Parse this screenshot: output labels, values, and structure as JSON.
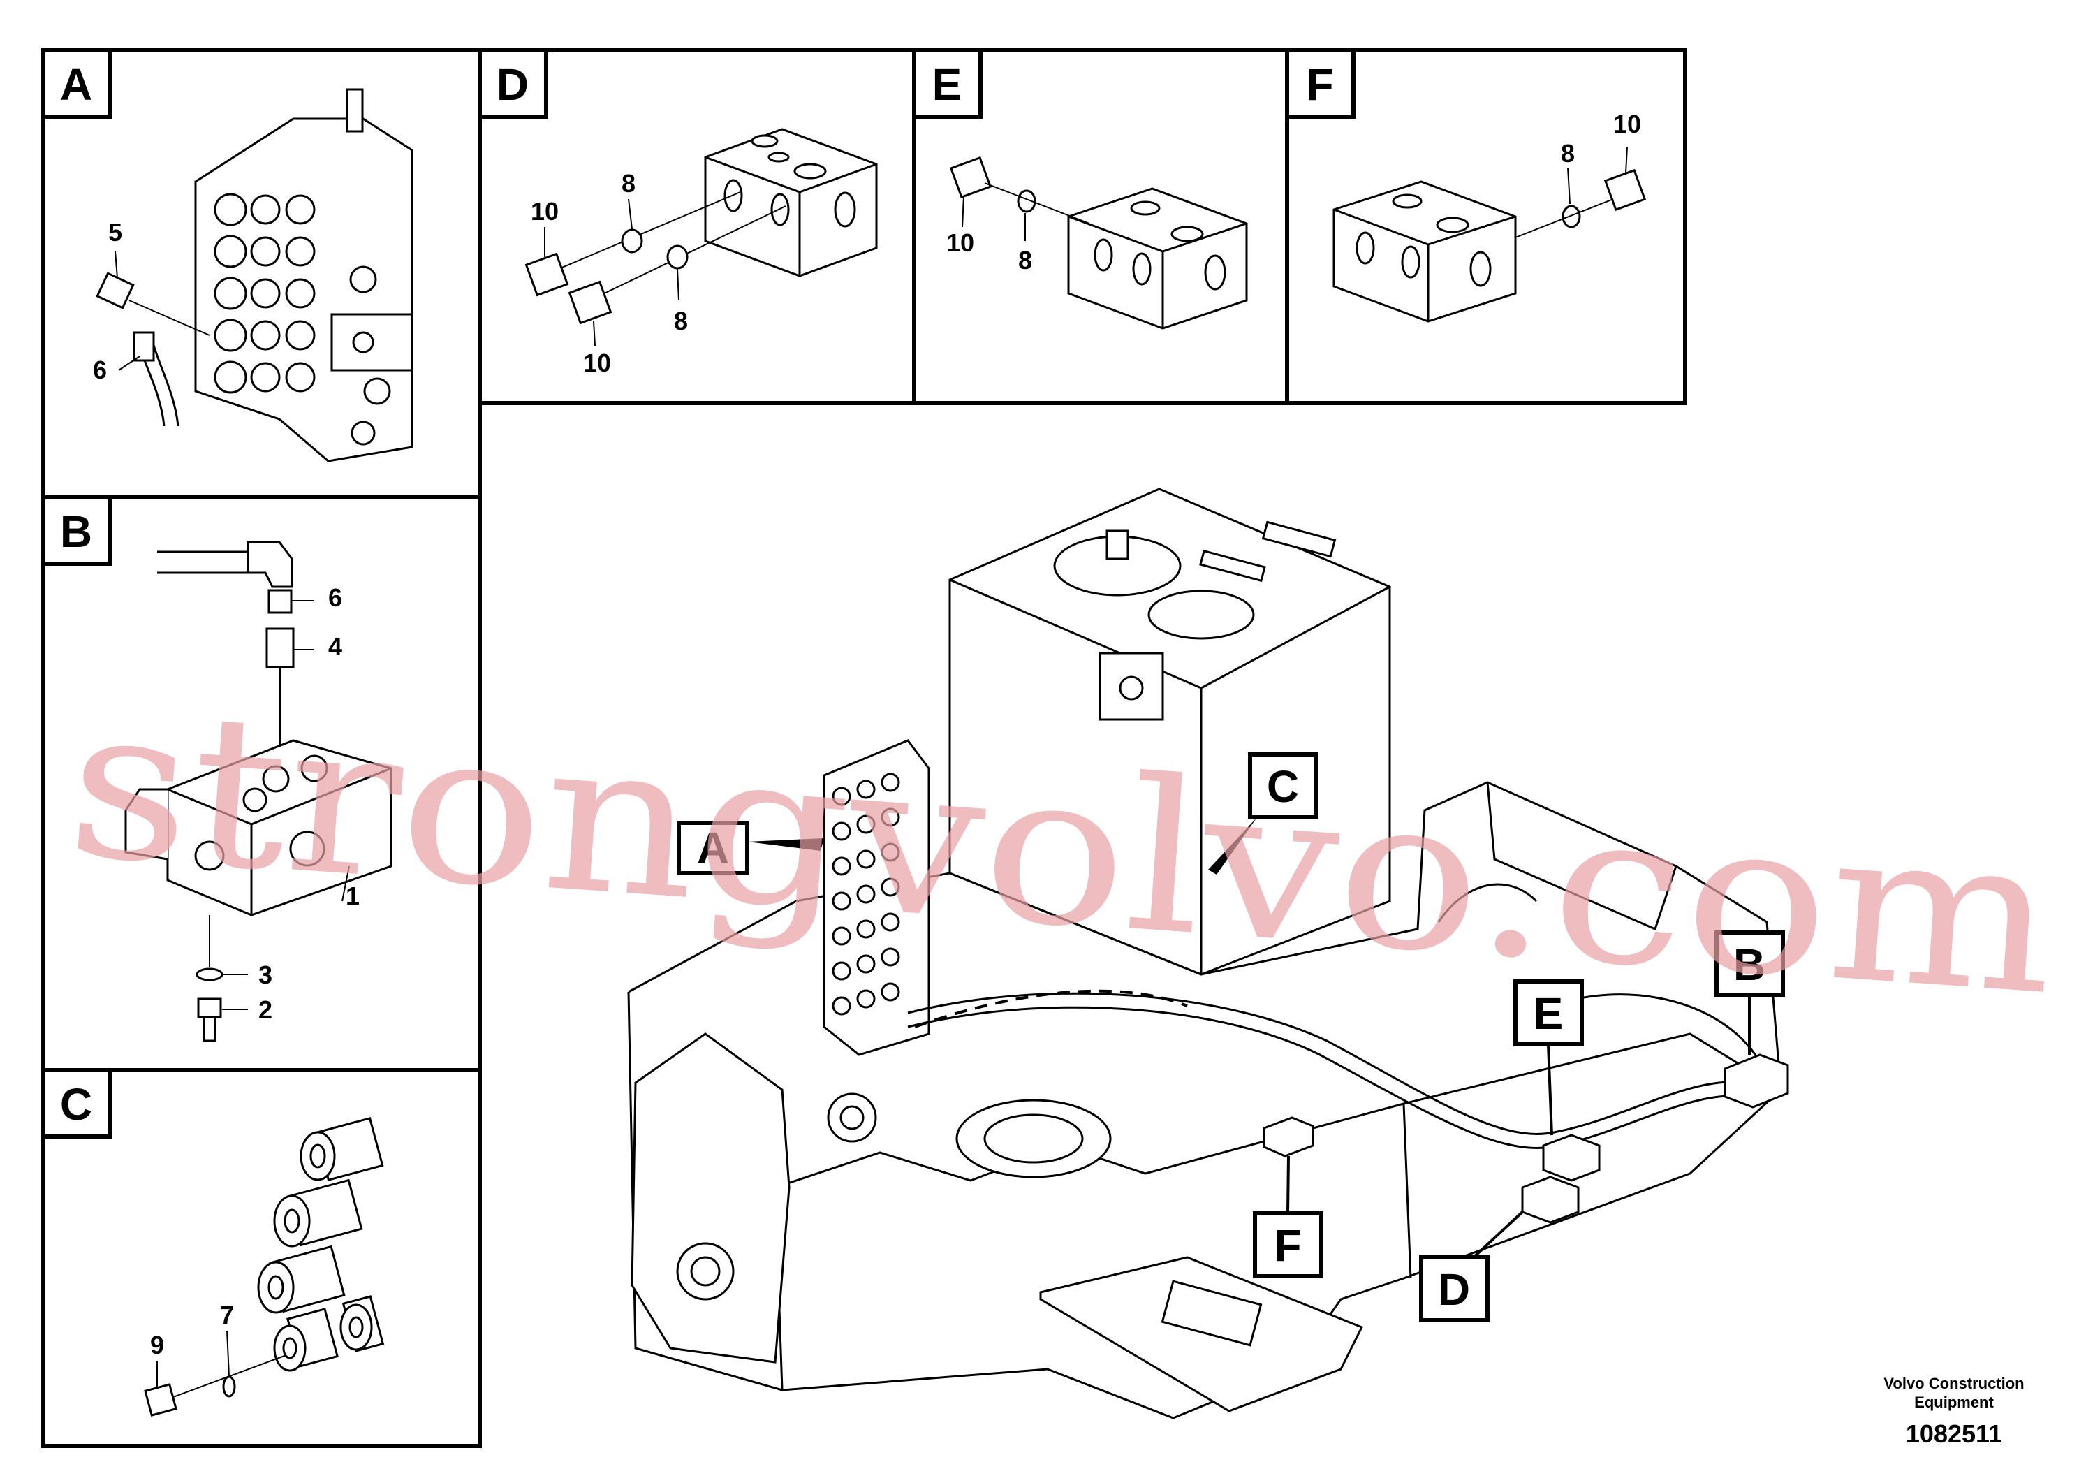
{
  "panels": {
    "A": {
      "tag": "A",
      "callouts": [
        "5",
        "6"
      ]
    },
    "B": {
      "tag": "B",
      "callouts": [
        "6",
        "4",
        "1",
        "3",
        "2"
      ]
    },
    "C": {
      "tag": "C",
      "callouts": [
        "9",
        "7"
      ]
    },
    "D": {
      "tag": "D",
      "callouts": [
        "10",
        "8",
        "8",
        "10"
      ]
    },
    "E": {
      "tag": "E",
      "callouts": [
        "10",
        "8"
      ]
    },
    "F": {
      "tag": "F",
      "callouts": [
        "8",
        "10"
      ]
    }
  },
  "main_view": {
    "location_tags": [
      "A",
      "B",
      "C",
      "D",
      "E",
      "F"
    ]
  },
  "watermark": "strongvolvo.com",
  "footer": {
    "company_line1": "Volvo Construction",
    "company_line2": "Equipment",
    "drawing_number": "1082511"
  }
}
